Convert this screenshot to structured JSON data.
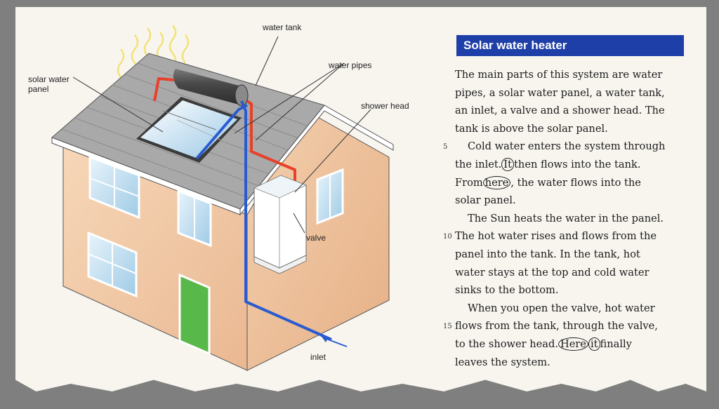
{
  "callouts": {
    "water_tank": "water tank",
    "water_pipes": "water pipes",
    "solar_panel_line1": "solar water",
    "solar_panel_line2": "panel",
    "shower_head": "shower head",
    "valve": "valve",
    "inlet": "inlet"
  },
  "panel": {
    "title": "Solar water heater",
    "paragraph1": [
      "The main parts of this system are water",
      "pipes, a solar water panel, a water tank,",
      "an inlet, a valve and a shower head. The",
      "tank is above the solar panel."
    ],
    "p2_line1": "Cold water enters the system through",
    "p2_line2_a": "the inlet.",
    "p2_line2_circ": "It",
    "p2_line2_b": "then flows into the tank.",
    "p2_line3_a": "From",
    "p2_line3_circ": "here",
    "p2_line3_b": ", the water flows into the",
    "p2_line4": "solar panel.",
    "paragraph3": [
      "The Sun heats the water in the panel.",
      "The hot water rises and flows from the",
      "panel into the tank. In the tank, hot",
      "water stays at the top and cold water",
      "sinks to the bottom."
    ],
    "p4_line1": "When you open the valve, hot water",
    "p4_line2": "flows from the tank, through the valve,",
    "p4_line3_a": "to the shower head.",
    "p4_line3_circ1": "Here",
    "p4_line3_circ2": "it",
    "p4_line3_b": "finally",
    "p4_line4": "leaves the system.",
    "line_numbers": {
      "n5": "5",
      "n10": "10",
      "n15": "15"
    }
  },
  "colors": {
    "title_bar": "#1f3fa8",
    "hot_pipe": "#e8402a",
    "cold_pipe": "#2a5bd0",
    "wall": "#f2c9a6",
    "roof": "#a9a9a9",
    "door": "#59b84a"
  }
}
